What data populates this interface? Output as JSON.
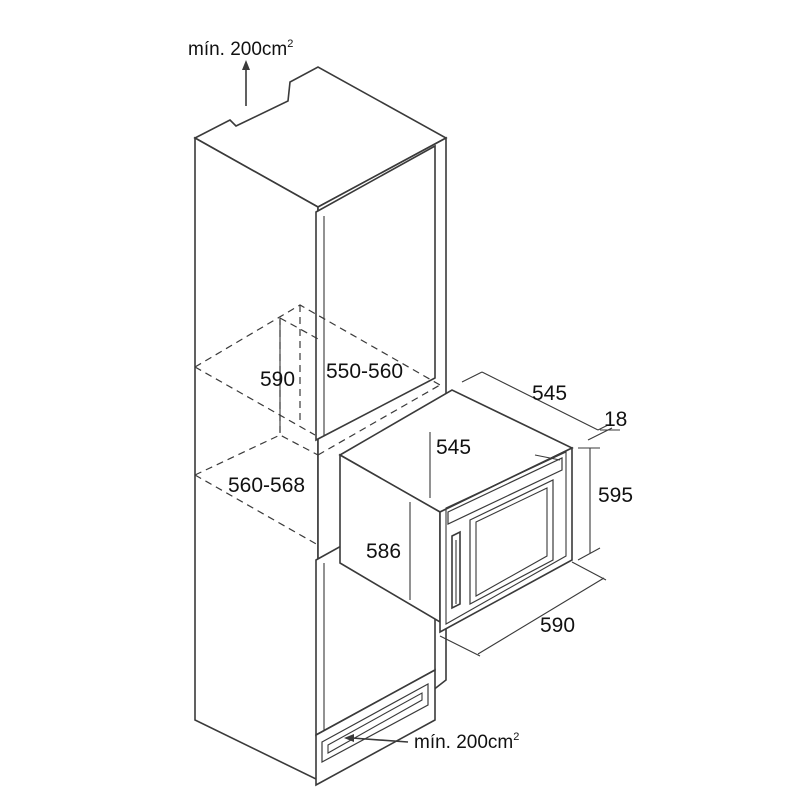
{
  "labels": {
    "vent_top": "mín. 200cm",
    "vent_top_sup": "2",
    "vent_bottom": "mín. 200cm",
    "vent_bottom_sup": "2",
    "niche_height": "590",
    "niche_depth": "550-560",
    "niche_width": "560-568",
    "oven_depth": "545",
    "oven_body_depth": "545",
    "oven_body_height": "586",
    "front_thickness": "18",
    "front_height": "595",
    "front_width": "590"
  },
  "colors": {
    "line": "#3a3a3a",
    "text": "#111111",
    "background": "#ffffff"
  }
}
